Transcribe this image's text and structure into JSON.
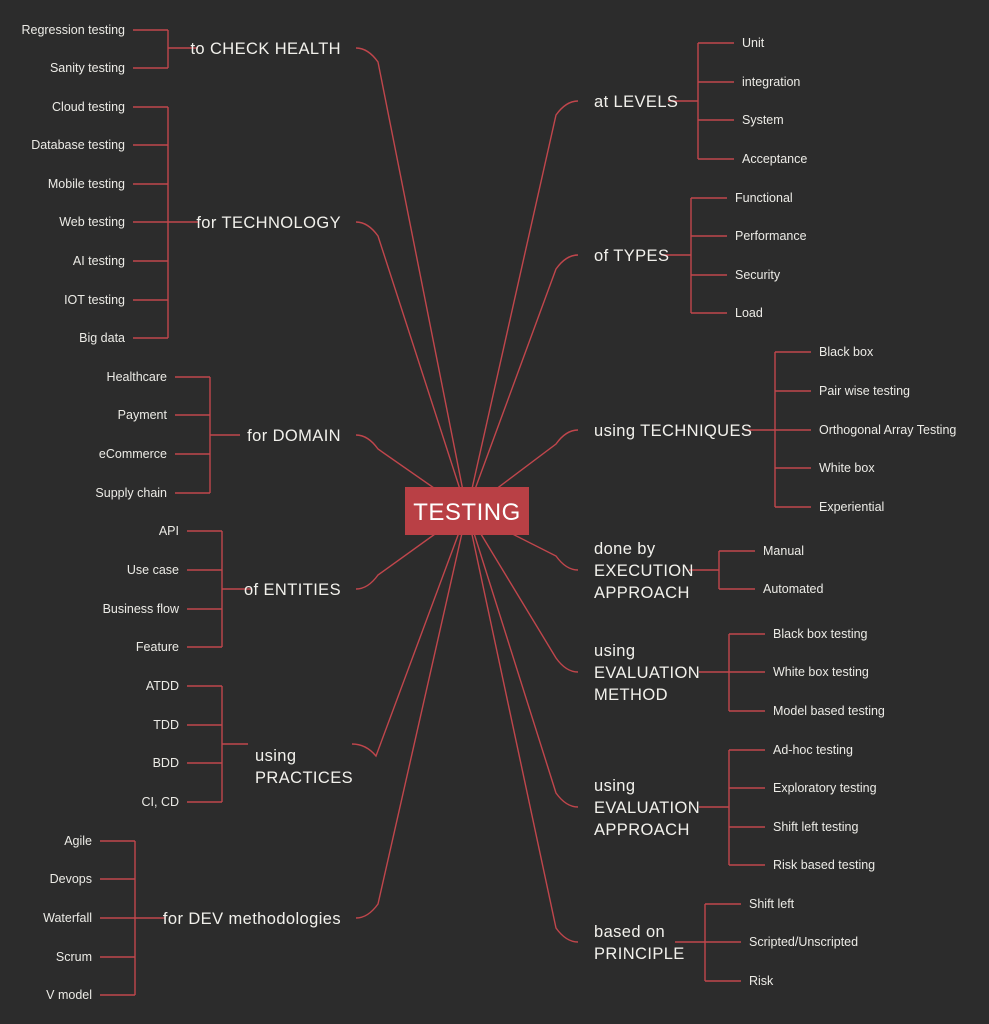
{
  "title": "TESTING",
  "colors": {
    "background": "#2c2c2c",
    "accent": "#c0464c",
    "center_fill": "#b94045",
    "text": "#ecebe6"
  },
  "left_branches": [
    {
      "lines": [
        "to CHECK HEALTH"
      ],
      "items": [
        "Regression testing",
        "Sanity testing"
      ]
    },
    {
      "lines": [
        "for TECHNOLOGY"
      ],
      "items": [
        "Cloud testing",
        "Database testing",
        "Mobile testing",
        "Web testing",
        "AI testing",
        "IOT testing",
        "Big data"
      ]
    },
    {
      "lines": [
        "for DOMAIN"
      ],
      "items": [
        "Healthcare",
        "Payment",
        "eCommerce",
        "Supply chain"
      ]
    },
    {
      "lines": [
        "of ENTITIES"
      ],
      "items": [
        "API",
        "Use case",
        "Business flow",
        "Feature"
      ]
    },
    {
      "lines": [
        "using",
        "PRACTICES"
      ],
      "items": [
        "ATDD",
        "TDD",
        "BDD",
        "CI, CD"
      ]
    },
    {
      "lines": [
        "for DEV methodologies"
      ],
      "items": [
        "Agile",
        "Devops",
        "Waterfall",
        "Scrum",
        "V model"
      ]
    }
  ],
  "right_branches": [
    {
      "lines": [
        "at LEVELS"
      ],
      "items": [
        "Unit",
        "integration",
        "System",
        "Acceptance"
      ]
    },
    {
      "lines": [
        "of TYPES"
      ],
      "items": [
        "Functional",
        "Performance",
        "Security",
        "Load"
      ]
    },
    {
      "lines": [
        "using TECHNIQUES"
      ],
      "items": [
        "Black box",
        "Pair wise testing",
        "Orthogonal Array Testing",
        "White box",
        "Experiential"
      ]
    },
    {
      "lines": [
        "done by",
        "EXECUTION",
        "APPROACH"
      ],
      "items": [
        "Manual",
        "Automated"
      ]
    },
    {
      "lines": [
        "using",
        "EVALUATION",
        "METHOD"
      ],
      "items": [
        "Black box testing",
        "White box testing",
        "Model based testing"
      ]
    },
    {
      "lines": [
        "using",
        "EVALUATION",
        "APPROACH"
      ],
      "items": [
        "Ad-hoc testing",
        "Exploratory testing",
        "Shift left testing",
        "Risk based testing"
      ]
    },
    {
      "lines": [
        "based on",
        "PRINCIPLE"
      ],
      "items": [
        "Shift left",
        "Scripted/Unscripted",
        "Risk"
      ]
    }
  ]
}
